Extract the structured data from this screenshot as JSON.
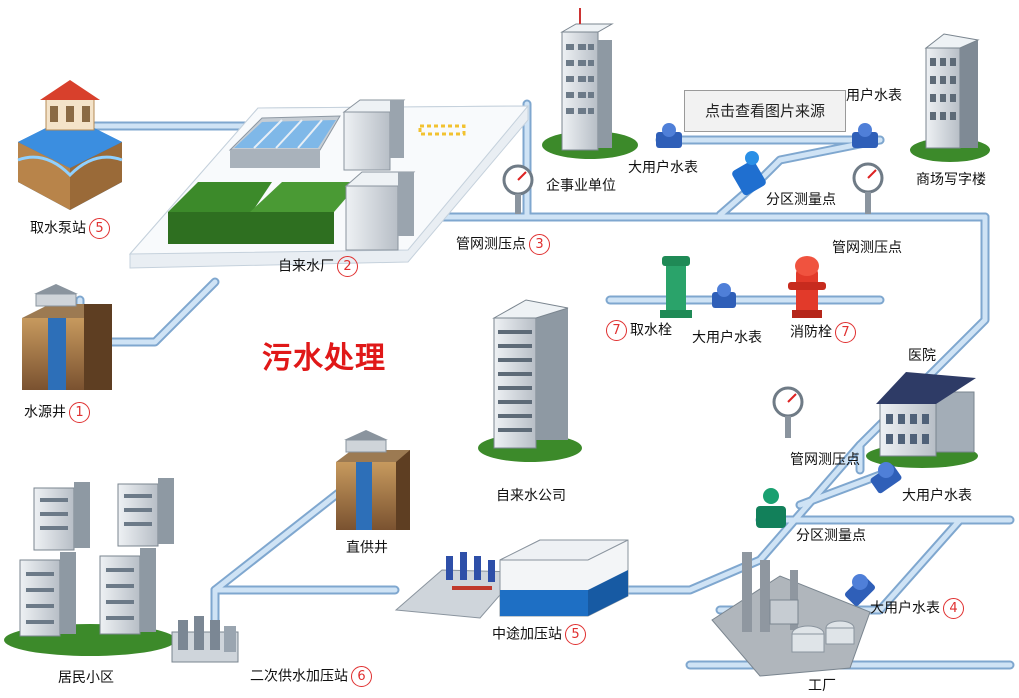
{
  "title": "污水处理",
  "tooltip": "点击查看图片来源",
  "labels": {
    "intake_pump": "取水泵站",
    "water_plant": "自来水厂",
    "source_well": "水源井",
    "pipe_pressure": "管网测压点",
    "enterprise": "企事业单位",
    "big_meter": "大用户水表",
    "partial_meter": "用户水表",
    "office": "商场写字楼",
    "zone_meter": "分区测量点",
    "hydrant_take": "取水栓",
    "fire_hydrant": "消防栓",
    "water_company": "自来水公司",
    "hospital": "医院",
    "direct_well": "直供井",
    "residential": "居民小区",
    "secondary_booster": "二次供水加压站",
    "mid_booster": "中途加压站",
    "factory": "工厂"
  },
  "numbers": {
    "n1": "1",
    "n2": "2",
    "n3": "3",
    "n4": "4",
    "n5": "5",
    "n6": "6",
    "n7": "7"
  },
  "colors": {
    "pipe": "#a9c9e6",
    "pipe_edge": "#6f9cc8",
    "accent_red": "#e03030",
    "grass": "#3c8a2a",
    "building": "#d9dde2"
  }
}
